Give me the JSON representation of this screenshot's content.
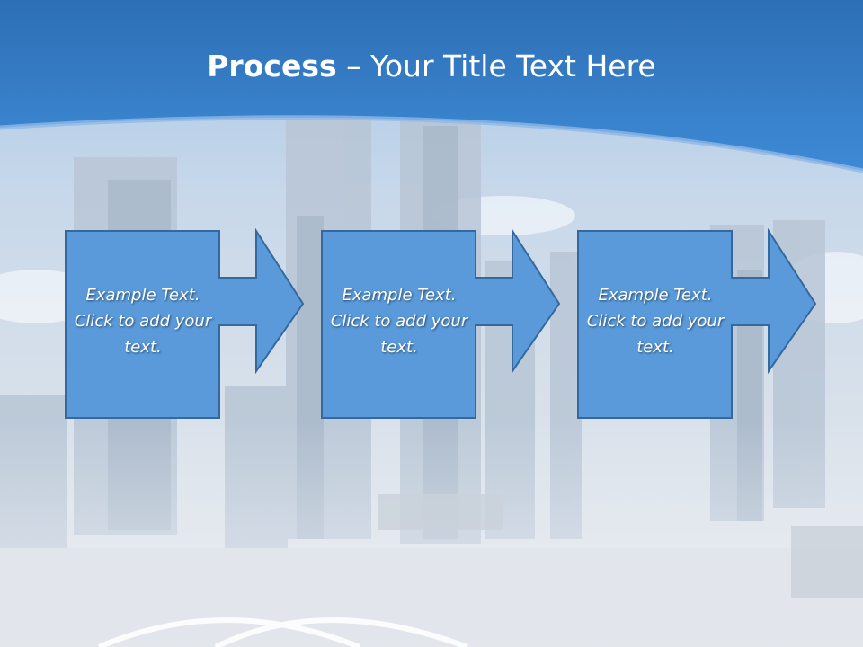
{
  "title": {
    "bold": "Process",
    "rest": " – Your Title Text Here"
  },
  "steps": [
    {
      "text": "Example Text. Click  to add your text."
    },
    {
      "text": "Example Text. Click  to add your text."
    },
    {
      "text": "Example Text. Click  to add your text."
    }
  ],
  "colors": {
    "header_blue": "#2f79c4",
    "box_fill": "#5a9ada",
    "box_border": "#35699e"
  }
}
